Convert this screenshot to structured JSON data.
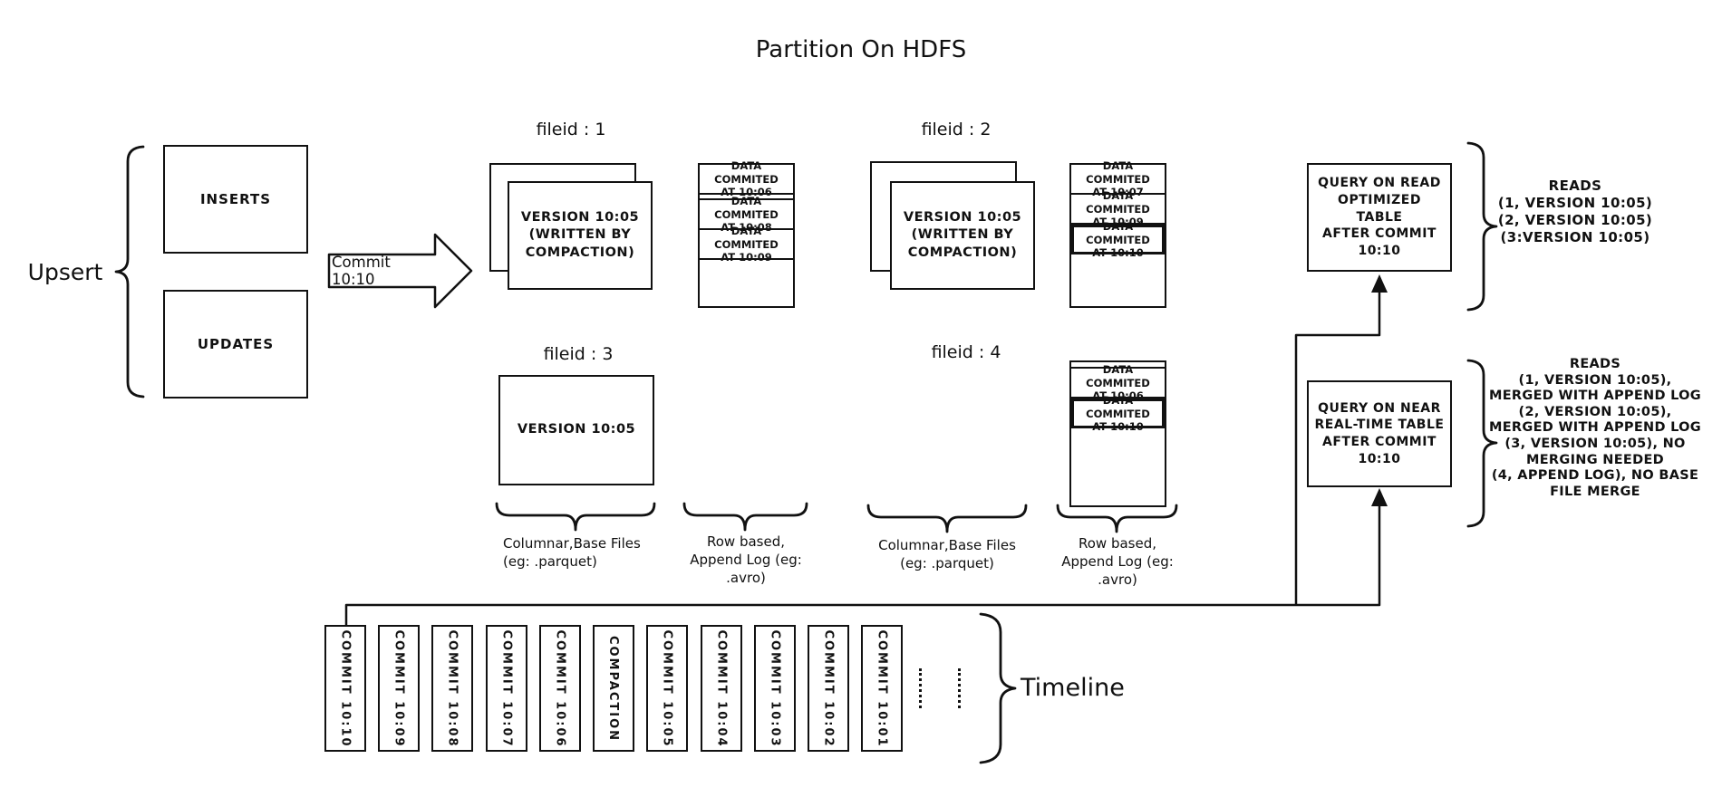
{
  "title": "Partition On HDFS",
  "upsert": {
    "label": "Upsert",
    "inserts": "INSERTS",
    "updates": "UPDATES"
  },
  "arrow": {
    "label": "Commit 10:10"
  },
  "fileids": {
    "f1": {
      "label": "fileid : 1",
      "base": "VERSION 10:05\n(WRITTEN BY\nCOMPACTION)"
    },
    "f2": {
      "label": "fileid : 2",
      "base": "VERSION 10:05\n(WRITTEN BY\nCOMPACTION)"
    },
    "f3": {
      "label": "fileid : 3",
      "base": "VERSION 10:05"
    },
    "f4": {
      "label": "fileid : 4"
    }
  },
  "append_logs": {
    "log1": {
      "segments": [
        "DATA COMMITED\nAT 10:06",
        "DATA COMMITED\nAT 10:08",
        "DATA COMMITED\nAT 10:09"
      ]
    },
    "log2": {
      "segments": [
        "DATA COMMITED\nAT 10:07",
        "DATA COMMITED\nAT 10:09",
        "DATA COMMITED\nAT 10:10"
      ]
    },
    "log4": {
      "segments": [
        "DATA COMMITED\nAT 10:06",
        "DATA COMMITED\nAT 10:10"
      ]
    }
  },
  "column_captions": {
    "columnar_left": "Columnar,Base Files\n(eg: .parquet)",
    "rowbased_left": "Row based,\nAppend Log  (eg:\n.avro)",
    "columnar_right": "Columnar,Base Files\n(eg: .parquet)",
    "rowbased_right": "Row based,\nAppend Log  (eg:\n.avro)"
  },
  "queries": {
    "read_optimized": {
      "box": "QUERY ON READ\nOPTIMIZED TABLE\nAFTER COMMIT\n10:10",
      "reads": "READS\n(1, VERSION 10:05)\n(2, VERSION 10:05)\n(3:VERSION 10:05)"
    },
    "near_realtime": {
      "box": "QUERY ON NEAR\nREAL-TIME TABLE\nAFTER COMMIT\n10:10",
      "reads": "READS\n(1, VERSION 10:05),\nMERGED WITH APPEND LOG\n(2, VERSION 10:05),\nMERGED WITH APPEND LOG\n(3, VERSION 10:05), NO\nMERGING NEEDED\n(4, APPEND LOG), NO BASE\nFILE MERGE"
    }
  },
  "timeline": {
    "label": "Timeline",
    "entries": [
      "COMMIT 10:10",
      "COMMIT 10:09",
      "COMMIT 10:08",
      "COMMIT 10:07",
      "COMMIT 10:06",
      "COMPACTION",
      "COMMIT 10:05",
      "COMMIT 10:04",
      "COMMIT 10:03",
      "COMMIT 10:02",
      "COMMIT 10:01"
    ]
  }
}
